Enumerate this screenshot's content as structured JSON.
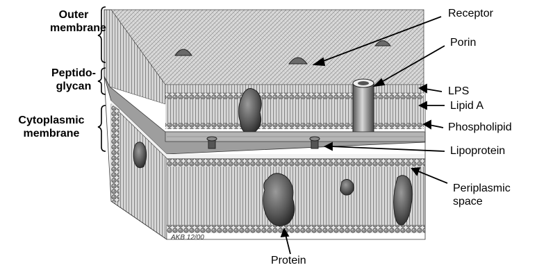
{
  "left_labels": {
    "outer_membrane": [
      "Outer",
      "membrane"
    ],
    "peptidoglycan": [
      "Peptido-",
      "glycan"
    ],
    "cytoplasmic_membrane": [
      "Cytoplasmic",
      "membrane"
    ]
  },
  "right_labels": {
    "receptor": "Receptor",
    "porin": "Porin",
    "lps": "LPS",
    "lipid_a": "Lipid A",
    "phospholipid": "Phospholipid",
    "lipoprotein": "Lipoprotein",
    "periplasmic_space": [
      "Periplasmic",
      "space"
    ],
    "protein": "Protein"
  },
  "signature": "AKB 12/00",
  "colors": {
    "ink": "#222222",
    "shade": "#6e6e6e",
    "light": "#bdbdbd",
    "background": "#ffffff"
  }
}
